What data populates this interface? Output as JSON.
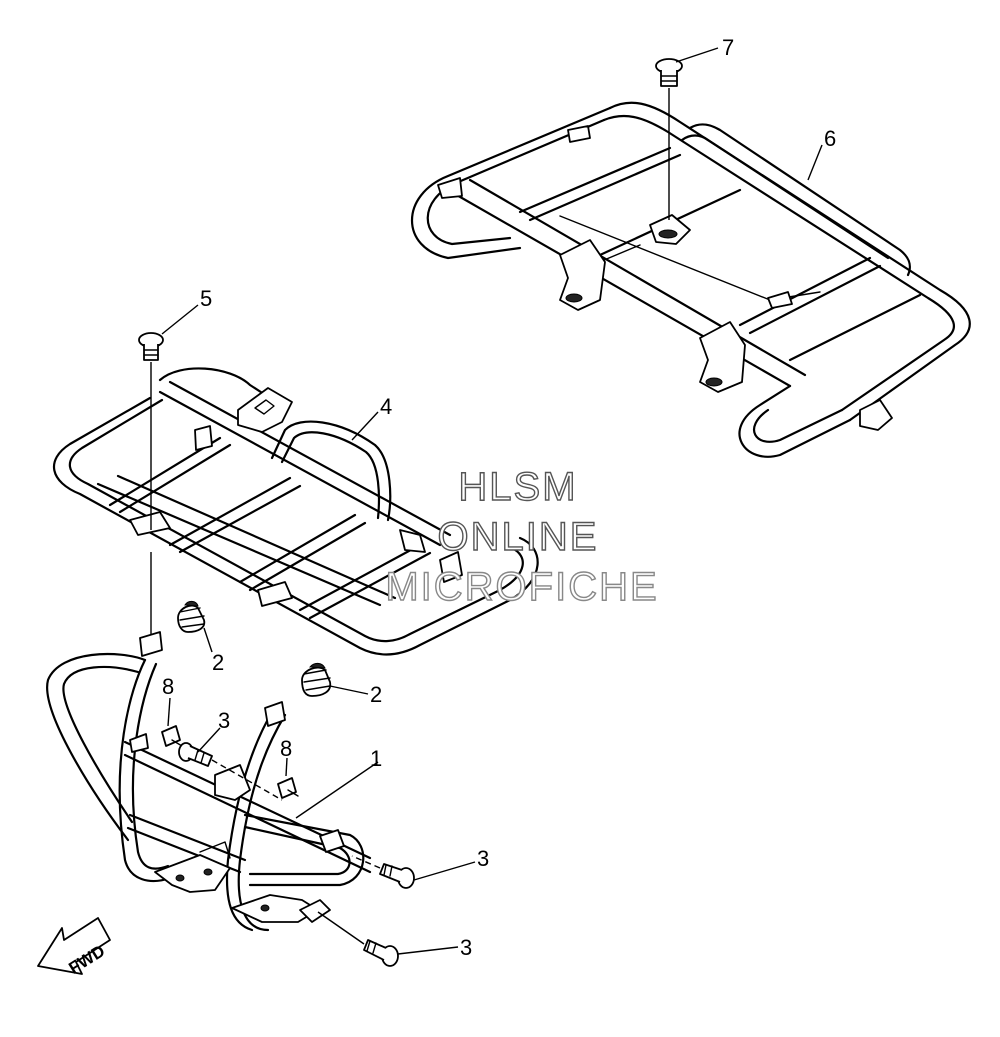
{
  "watermark": {
    "line1": "HLSM",
    "line2": "ONLINE",
    "line3": "MICROFICHE"
  },
  "direction_arrow": {
    "label": "FWD"
  },
  "callouts": [
    {
      "id": "c1",
      "label": "1"
    },
    {
      "id": "c2a",
      "label": "2"
    },
    {
      "id": "c2b",
      "label": "2"
    },
    {
      "id": "c3a",
      "label": "3"
    },
    {
      "id": "c3b",
      "label": "3"
    },
    {
      "id": "c3c",
      "label": "3"
    },
    {
      "id": "c4",
      "label": "4"
    },
    {
      "id": "c5",
      "label": "5"
    },
    {
      "id": "c6",
      "label": "6"
    },
    {
      "id": "c7",
      "label": "7"
    },
    {
      "id": "c8a",
      "label": "8"
    },
    {
      "id": "c8b",
      "label": "8"
    }
  ],
  "parts": [
    {
      "number": "1",
      "icon": "front-guard-bracket-icon"
    },
    {
      "number": "2",
      "icon": "rubber-damper-icon"
    },
    {
      "number": "3",
      "icon": "flange-bolt-icon"
    },
    {
      "number": "4",
      "icon": "front-carrier-rack-icon"
    },
    {
      "number": "5",
      "icon": "flange-bolt-icon"
    },
    {
      "number": "6",
      "icon": "rear-carrier-rack-icon"
    },
    {
      "number": "7",
      "icon": "flange-bolt-icon"
    },
    {
      "number": "8",
      "icon": "small-bolt-icon"
    }
  ]
}
